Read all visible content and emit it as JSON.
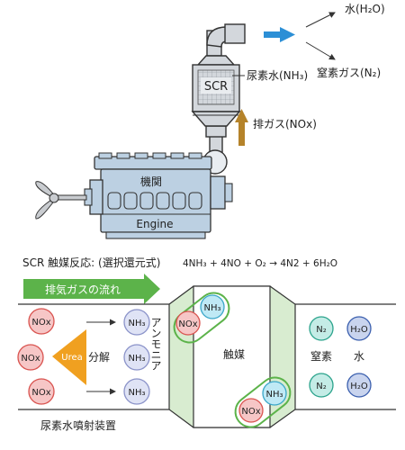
{
  "engine": {
    "label_jp": "機関",
    "label_en": "Engine"
  },
  "scr_unit": {
    "label": "SCR",
    "input_label": "尿素水(NH₃)",
    "exhaust_in_label": "排ガス(NOx)",
    "output_water": "水(H₂O)",
    "output_nitrogen": "窒素ガス(N₂)"
  },
  "reaction": {
    "title": "SCR 触媒反応: (選択還元式)",
    "equation": "4NH₃ + 4NO + O₂ → 4N2 + 6H₂O"
  },
  "flow": {
    "arrow_label": "排気ガスの流れ",
    "nox_label": "NOx",
    "urea_label": "Urea",
    "decompose_label": "分解",
    "nh3_label": "NH₃",
    "ammonia_label": "アンモニア",
    "catalyst_label": "触媒",
    "n2_label": "N₂",
    "h2o_label": "H₂O",
    "nitrogen_label": "窒素",
    "water_label": "水",
    "injector_label": "尿素水噴射装置"
  },
  "colors": {
    "nox_fill": "#f6c6c6",
    "nox_stroke": "#d9534f",
    "nh3_fill": "#dfe3f5",
    "nh3_stroke": "#8b93c9",
    "nh3_catalyst_fill": "#bfe9f5",
    "nh3_catalyst_stroke": "#3aa7c9",
    "n2_fill": "#c4ece6",
    "n2_stroke": "#2ba38c",
    "h2o_fill": "#c9d4ee",
    "h2o_stroke": "#3b5fae",
    "catalyst_fill": "#d8ecd0",
    "catalyst_stroke": "#7fbf6a",
    "flow_arrow": "#5cb34a",
    "urea_fill": "#f0a020",
    "exhaust_arrow": "#b5832a",
    "output_arrow": "#2c8fd6",
    "engine_body": "#bcd0e2",
    "engine_stroke": "#333333"
  }
}
